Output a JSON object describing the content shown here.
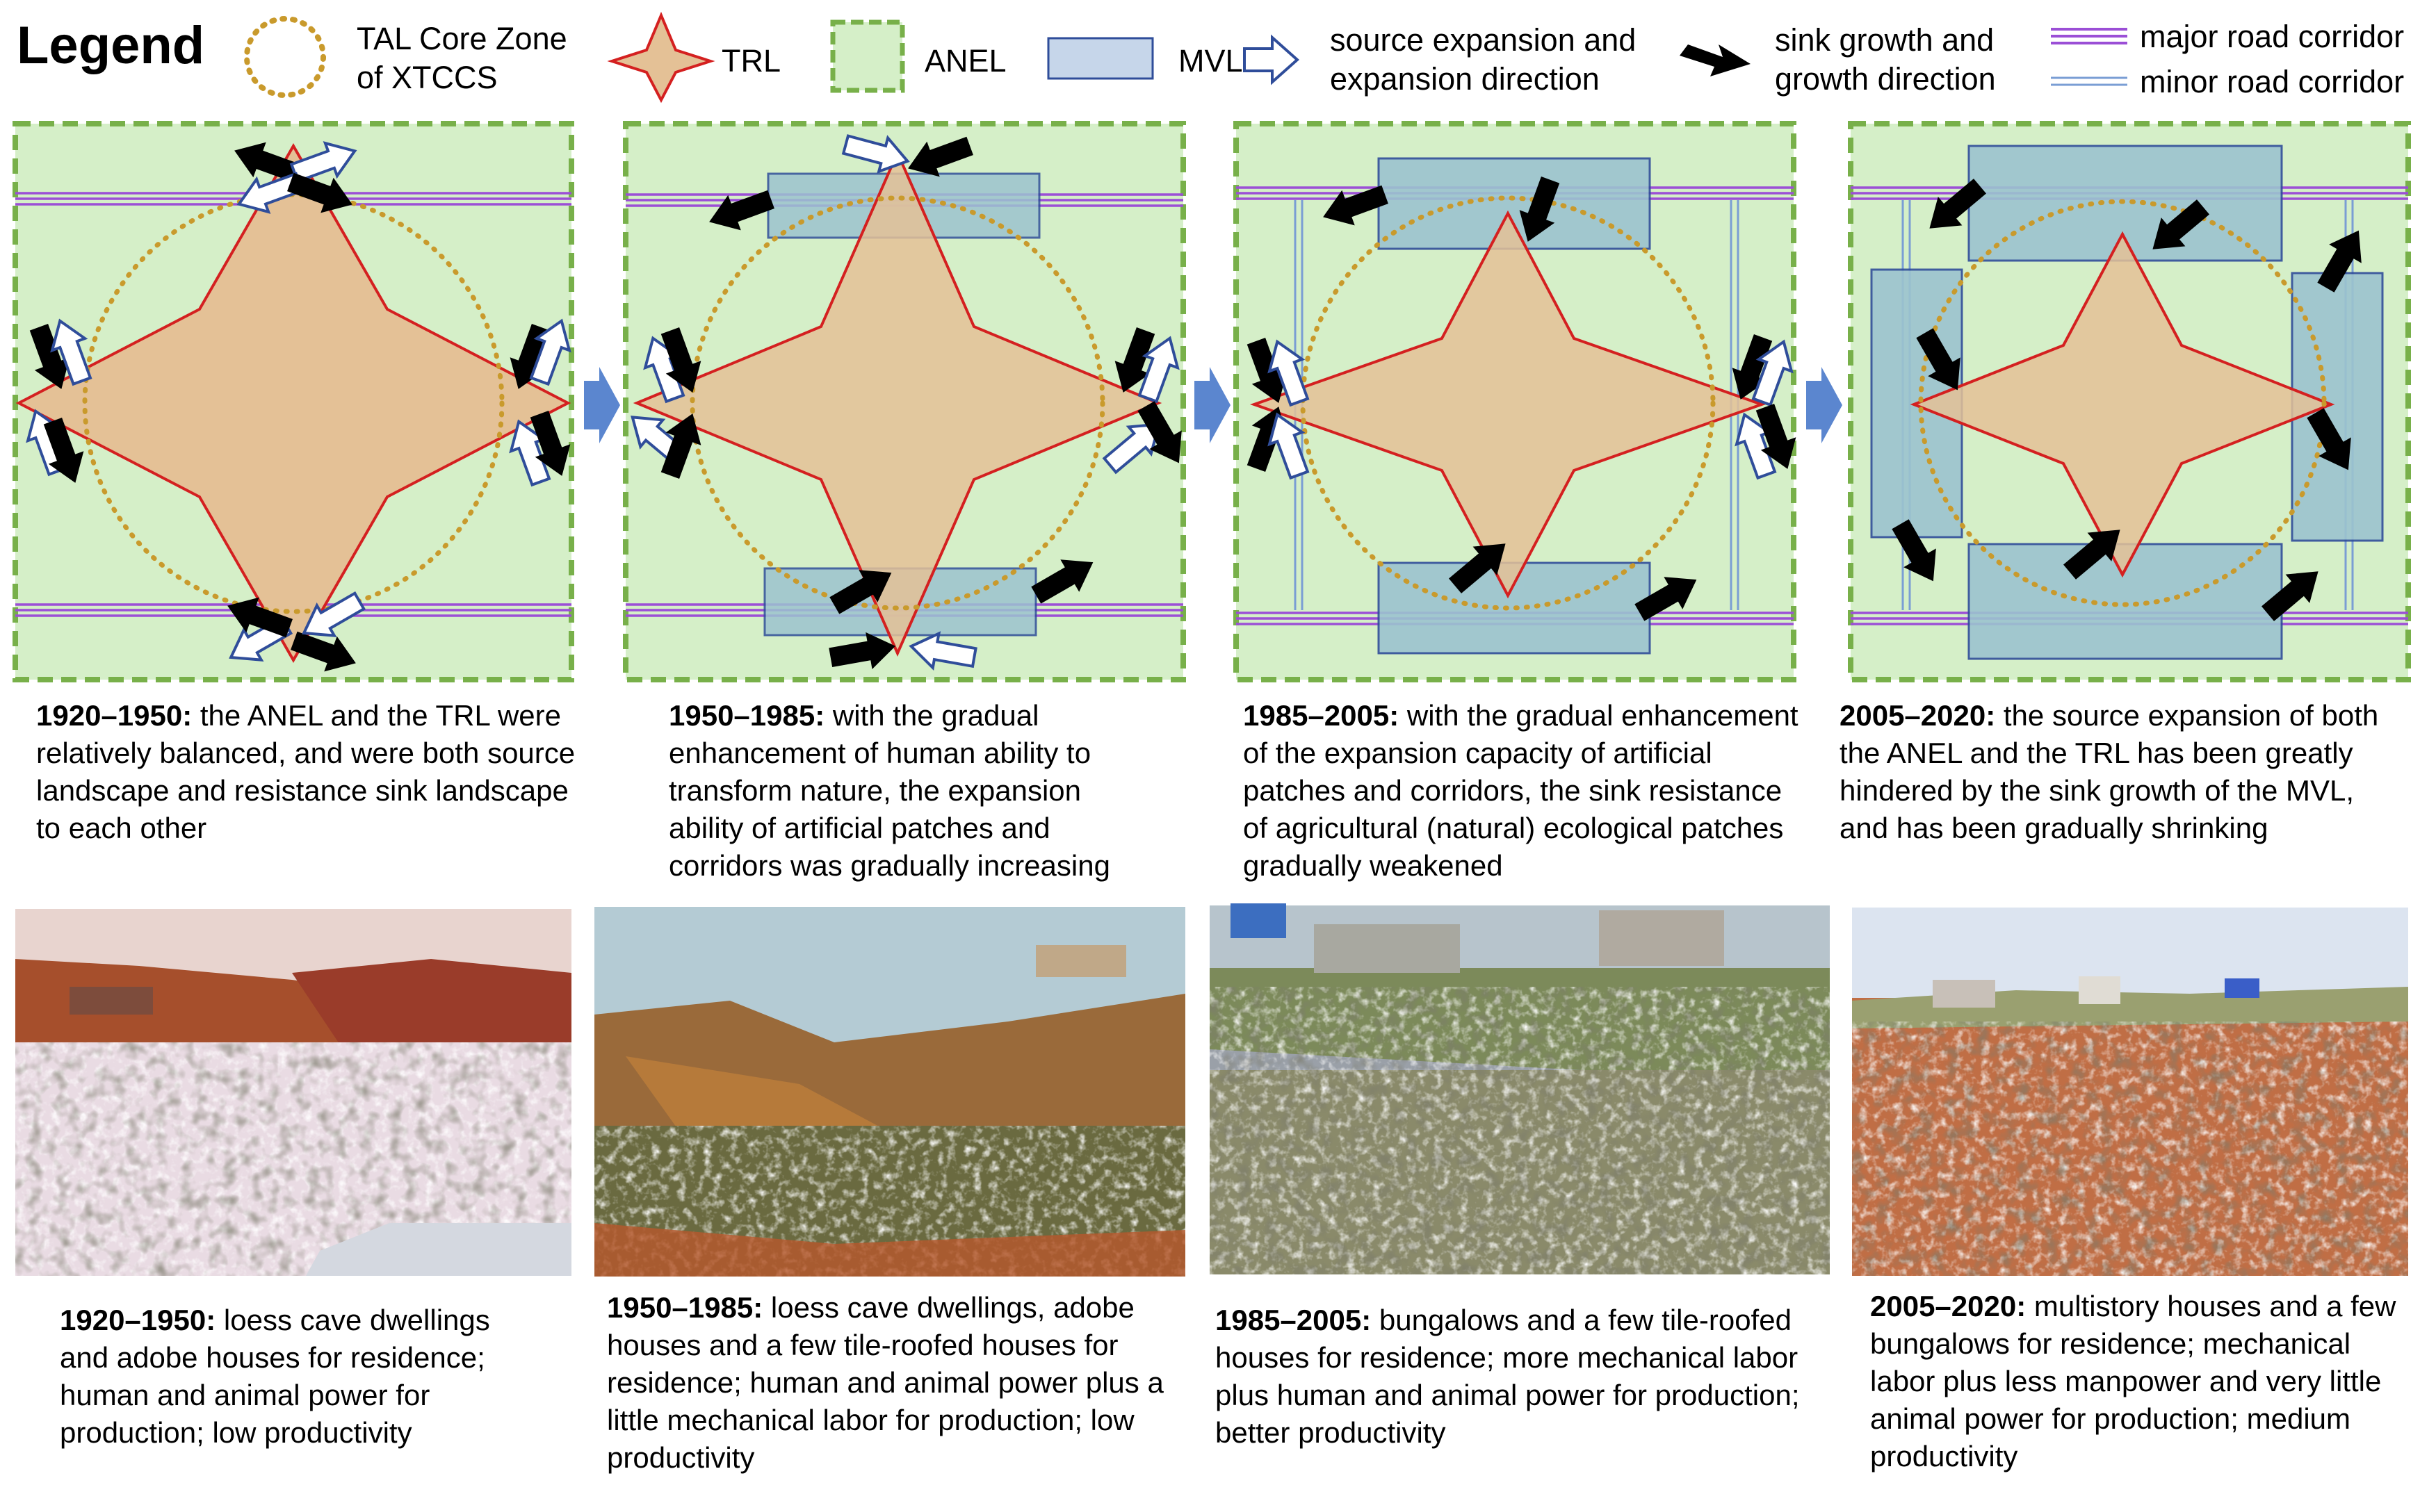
{
  "legend": {
    "title": "Legend",
    "items": [
      {
        "icon": "dotted-circle-icon",
        "label": "TAL Core Zone of XTCCS"
      },
      {
        "icon": "star-icon",
        "label": "TRL"
      },
      {
        "icon": "dashed-green-square-icon",
        "label": "ANEL"
      },
      {
        "icon": "blue-rectangle-icon",
        "label": "MVL"
      },
      {
        "icon": "hollow-arrow-icon",
        "label": "source expansion and expansion direction"
      },
      {
        "icon": "black-arrow-icon",
        "label": "sink growth and growth direction"
      },
      {
        "icon": "major-road-icon",
        "label": "major road corridor"
      },
      {
        "icon": "minor-road-icon",
        "label": "minor road corridor"
      }
    ]
  },
  "colors": {
    "anel_fill": "#d5efc8",
    "anel_border": "#78b04a",
    "trl_fill": "#e4c196",
    "trl_border": "#d42020",
    "mvl_fill": "#9cc3cf",
    "mvl_border": "#2f4d9a",
    "core_circle": "#c99a2c",
    "major_road": "#9b4fd6",
    "minor_road": "#7a9ed4",
    "step_arrow": "#5b86cf",
    "sink_arrow": "#000000"
  },
  "panels": [
    {
      "period": "1920–1950:",
      "description": "the ANEL and the TRL were relatively balanced, and were both source landscape and resistance sink landscape to each other"
    },
    {
      "period": "1950–1985:",
      "description": "with the gradual enhancement of human ability to transform nature, the expansion ability of artificial patches and corridors was gradually increasing"
    },
    {
      "period": "1985–2005:",
      "description": "with the gradual enhancement of the expansion capacity of artificial patches and corridors, the sink resistance of agricultural (natural) ecological patches gradually weakened"
    },
    {
      "period": "2005–2020:",
      "description": "the source expansion of both the ANEL and the TRL has been greatly hindered by the sink growth of the MVL, and has been gradually shrinking"
    }
  ],
  "photos": [
    {
      "period": "1920–1950:",
      "description": "loess cave dwellings and adobe houses for residence; human and animal power for production; low productivity"
    },
    {
      "period": "1950–1985:",
      "description": "loess cave dwellings, adobe houses and a few tile-roofed houses for residence; human and animal power plus a little mechanical labor for production; low productivity"
    },
    {
      "period": "1985–2005:",
      "description": "bungalows and a few tile-roofed houses for residence; more mechanical labor plus human and animal power for production; better productivity"
    },
    {
      "period": "2005–2020:",
      "description": "multistory houses and a few bungalows for residence; mechanical labor plus less manpower and very little animal power for production; medium productivity"
    }
  ]
}
